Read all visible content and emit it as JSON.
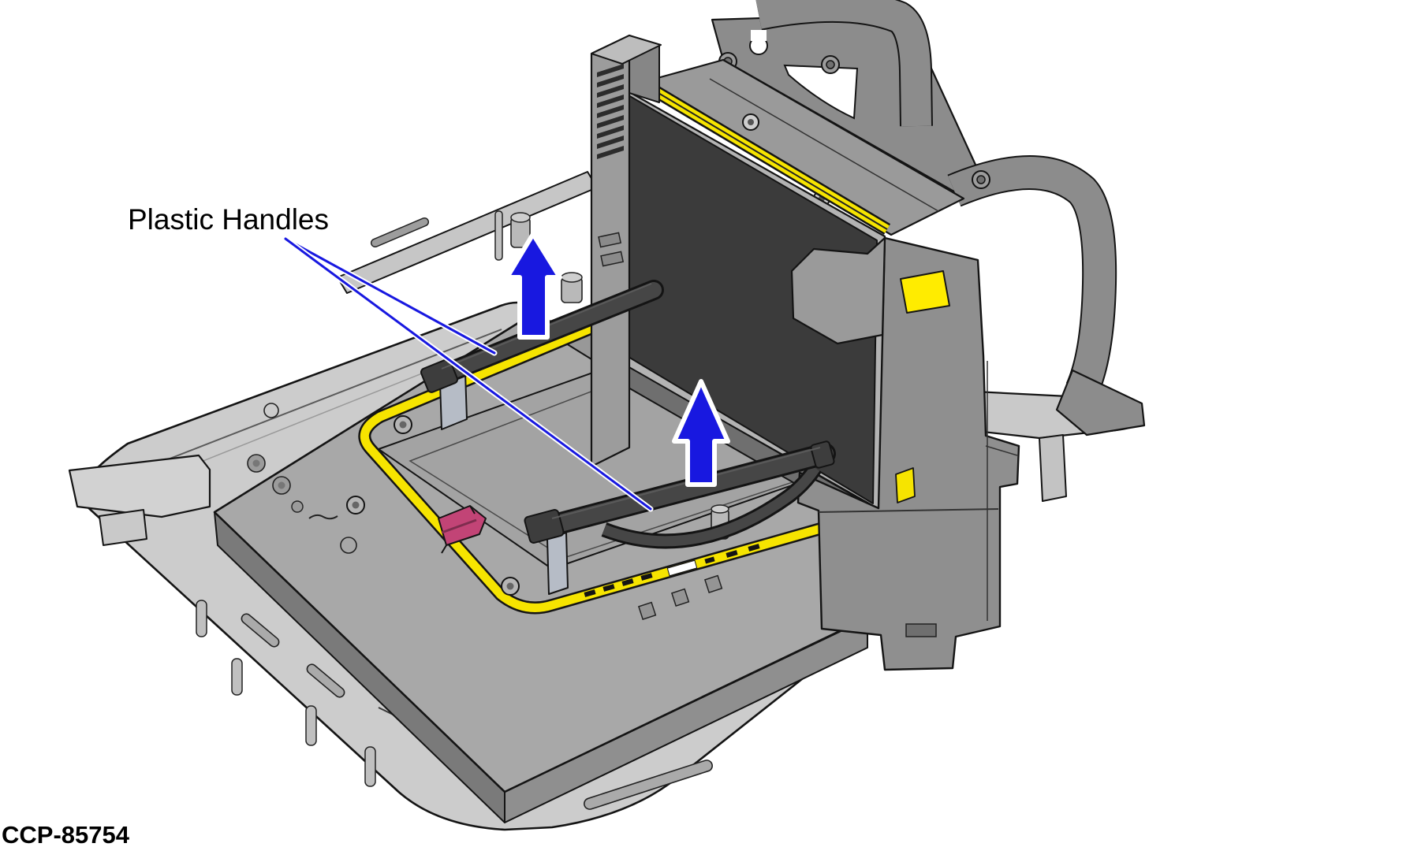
{
  "figure": {
    "callout_label": "Plastic Handles",
    "figure_code": "CCP-85754"
  },
  "icons": {
    "lift_arrow_1": "up-arrow",
    "lift_arrow_2": "up-arrow",
    "leader_line_1": "callout-leader",
    "leader_line_2": "callout-leader"
  },
  "colors": {
    "annotation_blue": "#1818e0",
    "bumper_yellow": "#f6e400",
    "highlight_yellow": "#ffec00",
    "latch_magenta": "#c24476",
    "screen_dark": "#3b3b3b",
    "frame_light_gray": "#cccccc",
    "body_gray": "#a8a8a8",
    "handle_dark_gray": "#464646",
    "outline_black": "#141414",
    "background": "#ffffff"
  }
}
